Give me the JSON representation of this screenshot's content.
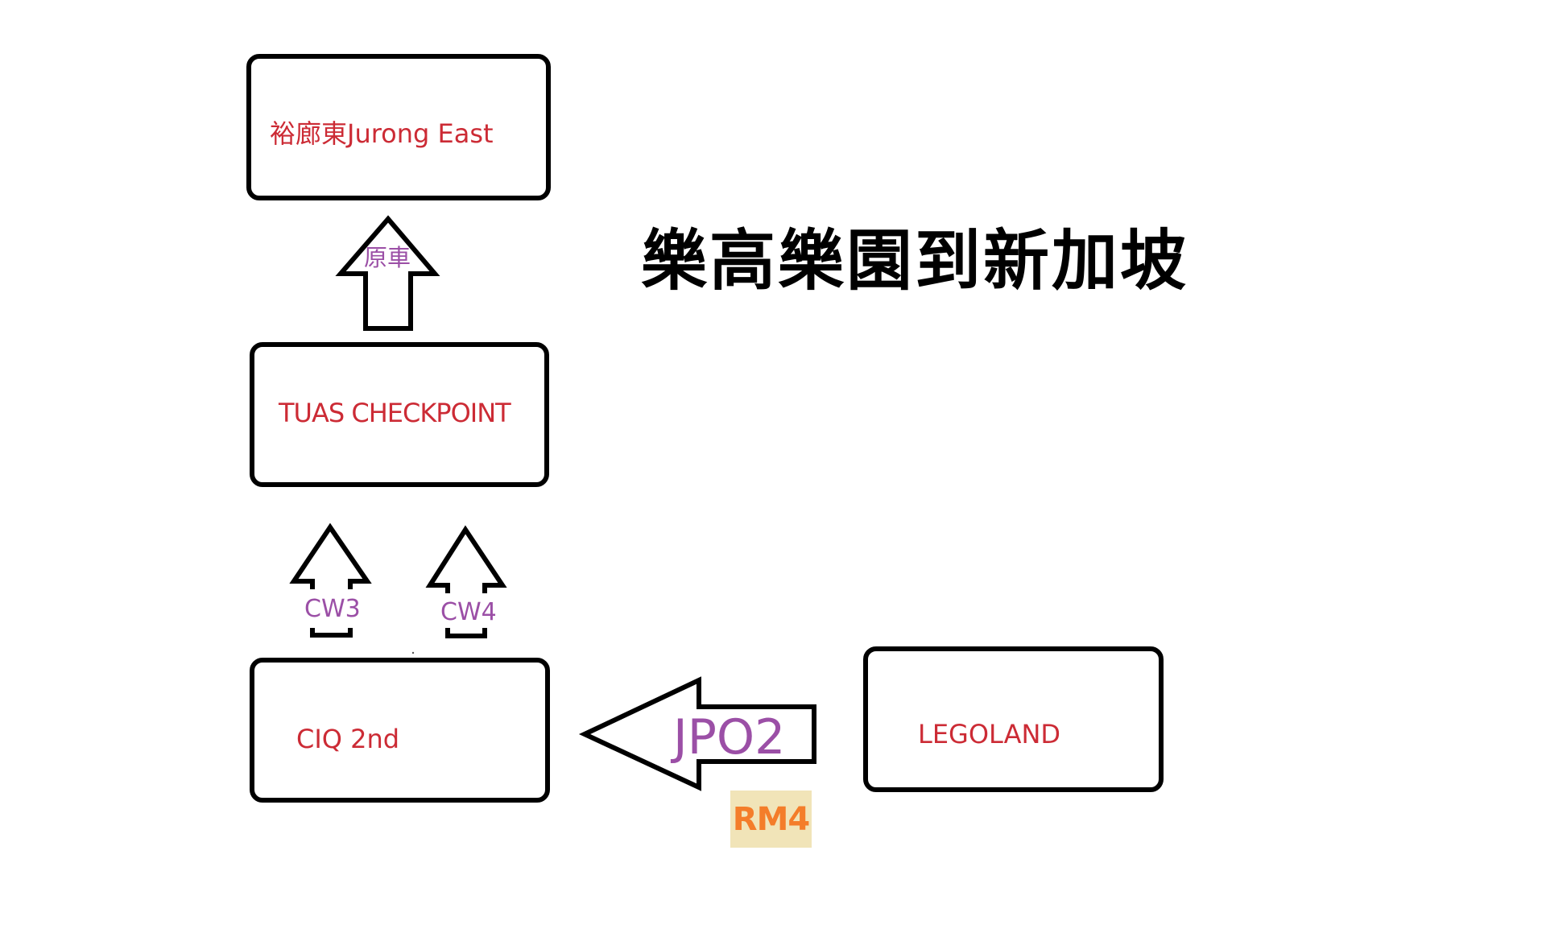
{
  "title": "樂高樂園到新加坡",
  "nodes": {
    "jurong_east": "裕廊東Jurong East",
    "tuas_checkpoint": "TUAS CHECKPOINT",
    "ciq_2nd": "CIQ 2nd",
    "legoland": "LEGOLAND"
  },
  "edges": {
    "tuas_to_jurong": "原車",
    "ciq_to_tuas_a": "CW3",
    "ciq_to_tuas_b": "CW4",
    "legoland_to_ciq": "JPO2"
  },
  "fare_badge": "RM4",
  "colors": {
    "node_text": "#cc2b35",
    "edge_text": "#9b4fa6",
    "badge_bg": "#f1e4b8",
    "badge_text": "#f47d2a",
    "outline": "#000000"
  }
}
